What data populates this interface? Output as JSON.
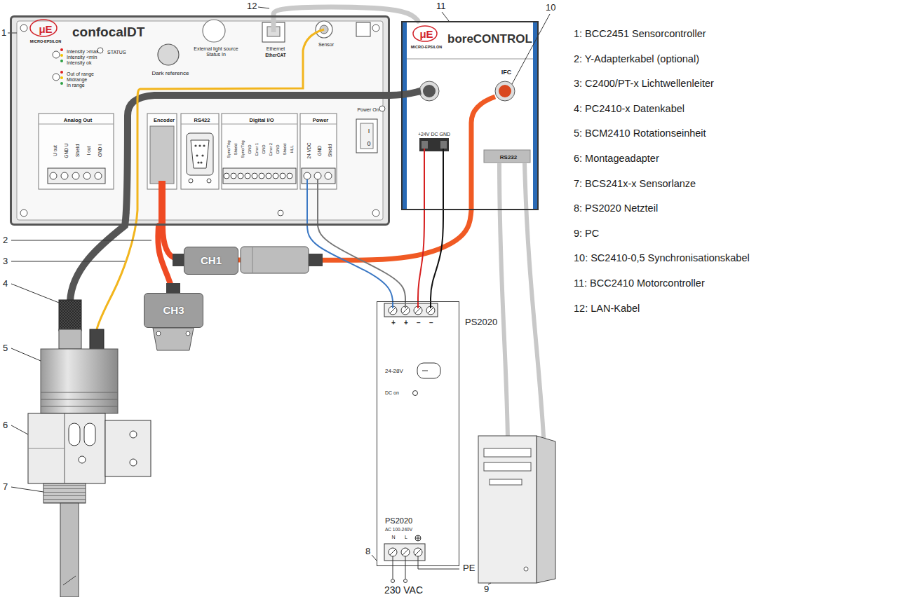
{
  "diagram": {
    "nodes": [
      {
        "text": [
          "μE",
          "MICRO-EPSILON",
          "confocalDT",
          "Intensity >max",
          "Intensity <min",
          "Intensity ok",
          "STATUS",
          "Out of range",
          "Midrange",
          "In range",
          "Dark reference",
          "External light source Status In",
          "Ethernet",
          "EtherCAT",
          "Sensor",
          "Analog Out",
          "Encoder",
          "RS422",
          "Digital I/O",
          "Power",
          "Power On",
          "U out",
          "GND U",
          "Shield",
          "I out",
          "GND I",
          "Sync/Trig",
          "Shield",
          "Sync/Trig",
          "GND",
          "Error 1",
          "GND",
          "Error 2",
          "GND",
          "Shield",
          "HLL",
          "24 VDC",
          "GND",
          "Shield",
          "I",
          "0"
        ]
      },
      {
        "text": [
          "μE",
          "MICRO-EPSILON",
          "boreCONTROL",
          "IFC",
          "+24V DC GND",
          "RS232"
        ]
      },
      {
        "text": [
          "CH1"
        ]
      },
      {
        "text": [
          "CH3"
        ]
      },
      {
        "text": [
          "+",
          "+",
          "−",
          "−",
          "PS2020",
          "24-28V",
          "DC on",
          "PS2020",
          "AC 100-240V",
          "N",
          "L"
        ]
      }
    ],
    "edges": [
      {
        "from": 0,
        "to": 1,
        "arrow": "none"
      },
      {
        "from": 0,
        "to": 2,
        "arrow": "none"
      },
      {
        "from": 0,
        "to": 3,
        "arrow": "none"
      },
      {
        "from": 2,
        "to": 1,
        "arrow": "none"
      },
      {
        "from": 0,
        "to": 4,
        "arrow": "none"
      },
      {
        "from": 0,
        "to": 4,
        "arrow": "none"
      },
      {
        "from": 1,
        "to": 4,
        "arrow": "none"
      },
      {
        "from": 1,
        "to": 4,
        "arrow": "none"
      }
    ],
    "labels": [
      "1",
      "2",
      "3",
      "4",
      "5",
      "6",
      "7",
      "8",
      "9",
      "10",
      "11",
      "12",
      "1: BCC2451 Sensorcontroller",
      "2: Y-Adapterkabel (optional)",
      "3: C2400/PT-x Lichtwellenleiter",
      "4: PC2410-x Datenkabel",
      "5: BCM2410 Rotationseinheit",
      "6: Montageadapter",
      "7: BCS241x-x Sensorlanze",
      "8: PS2020 Netzteil",
      "9: PC",
      "10: SC2410-0,5 Synchronisationskabel",
      "11: BCC2410 Motorcontroller",
      "12: LAN-Kabel",
      "PE",
      "230 VAC"
    ]
  }
}
